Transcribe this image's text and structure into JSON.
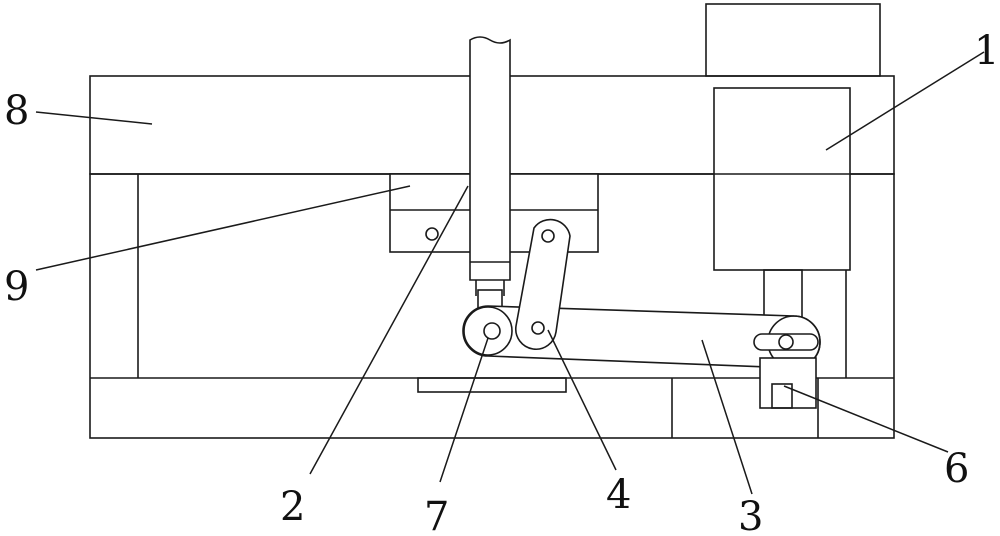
{
  "callouts": [
    {
      "id": "1",
      "text": "1"
    },
    {
      "id": "2",
      "text": "2"
    },
    {
      "id": "3",
      "text": "3"
    },
    {
      "id": "4",
      "text": "4"
    },
    {
      "id": "6",
      "text": "6"
    },
    {
      "id": "7",
      "text": "7"
    },
    {
      "id": "8",
      "text": "8"
    },
    {
      "id": "9",
      "text": "9"
    }
  ],
  "colors": {
    "line": "#1a1a1a",
    "background": "#ffffff"
  }
}
